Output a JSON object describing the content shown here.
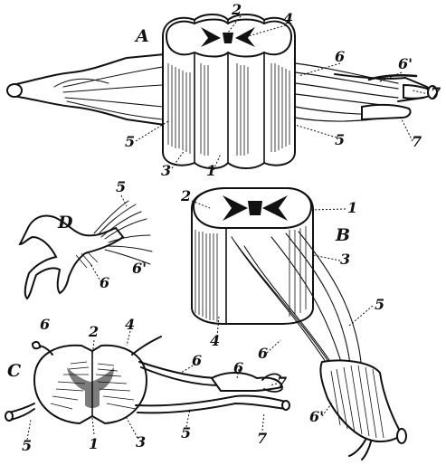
{
  "figures": {
    "A": {
      "label": "A",
      "callouts": [
        "2",
        "4",
        "6",
        "6'",
        "7",
        "5",
        "5",
        "3",
        "1",
        "7"
      ]
    },
    "B": {
      "label": "B",
      "callouts": [
        "2",
        "1",
        "3",
        "5",
        "4",
        "6",
        "6'"
      ]
    },
    "C": {
      "label": "C",
      "callouts": [
        "6",
        "2",
        "4",
        "6",
        "6",
        "7",
        "5",
        "1",
        "3",
        "5",
        "7"
      ]
    },
    "D": {
      "label": "D",
      "callouts": [
        "5",
        "6'",
        "6"
      ]
    }
  }
}
